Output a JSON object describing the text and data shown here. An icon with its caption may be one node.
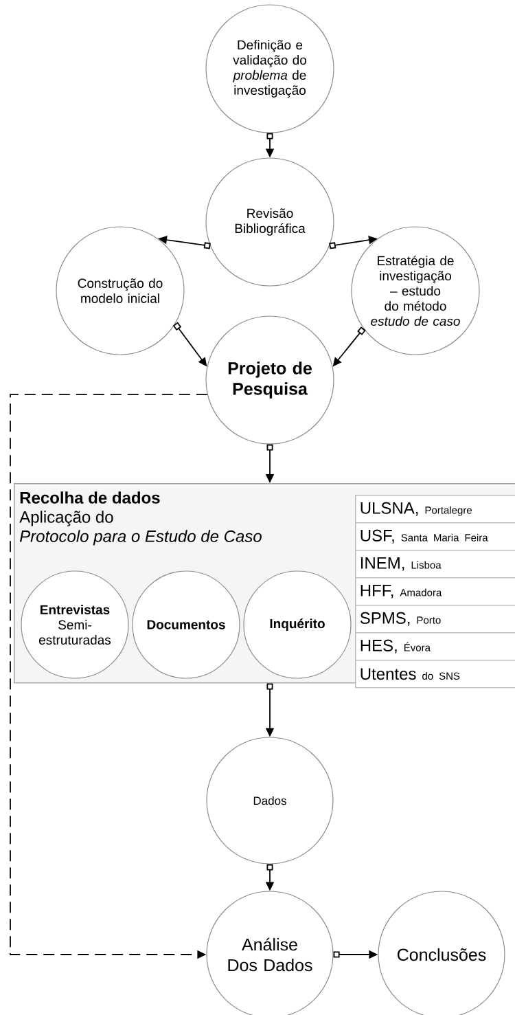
{
  "diagram": {
    "nodes": [
      {
        "text": [
          "Definição e validação do *problema* de investigação"
        ]
      },
      {
        "text": [
          "Revisão Bibliográfica"
        ]
      },
      {
        "text": [
          "Construção do modelo inicial"
        ]
      },
      {
        "text": [
          "Estratégia de investigação – estudo do método *estudo de caso*"
        ]
      },
      {
        "text": [
          "Projeto de Pesquisa"
        ]
      },
      {
        "text": [
          "Recolha de dados",
          "Aplicação do",
          "Protocolo para o Estudo de Caso"
        ]
      },
      {
        "text": [
          "Entrevistas",
          "Semi-estruturadas"
        ],
        "in": 5
      },
      {
        "text": [
          "Documentos"
        ],
        "in": 5
      },
      {
        "text": [
          "Inquérito"
        ],
        "in": 5
      },
      {
        "text": [
          "ULSNA,",
          "Portalegre"
        ],
        "in": 5
      },
      {
        "text": [
          "USF,",
          "Santa Maria Feira"
        ],
        "in": 5
      },
      {
        "text": [
          "INEM,",
          "Lisboa"
        ],
        "in": 5
      },
      {
        "text": [
          "HFF,",
          "Amadora"
        ],
        "in": 5
      },
      {
        "text": [
          "SPMS,",
          "Porto"
        ],
        "in": 5
      },
      {
        "text": [
          "HES,",
          "Évora"
        ],
        "in": 5
      },
      {
        "text": [
          "Utentes",
          "do SNS"
        ],
        "in": 5
      },
      {
        "text": [
          "Dados"
        ]
      },
      {
        "text": [
          "Análise Dos Dados"
        ]
      },
      {
        "text": [
          "Conclusões"
        ]
      }
    ],
    "edges": [
      {
        "from": 0,
        "to": 1,
        "arrow": "to"
      },
      {
        "from": 1,
        "to": 2,
        "arrow": "to"
      },
      {
        "from": 1,
        "to": 3,
        "arrow": "to"
      },
      {
        "from": 2,
        "to": 4,
        "arrow": "to"
      },
      {
        "from": 3,
        "to": 4,
        "arrow": "to"
      },
      {
        "from": 4,
        "to": 5,
        "arrow": "to"
      },
      {
        "from": 5,
        "to": 16,
        "arrow": "to"
      },
      {
        "from": 16,
        "to": 17,
        "arrow": "to"
      },
      {
        "from": 17,
        "to": 18,
        "arrow": "to"
      },
      {
        "from": 4,
        "to": 17,
        "arrow": "to",
        "style": "dashed"
      }
    ]
  }
}
